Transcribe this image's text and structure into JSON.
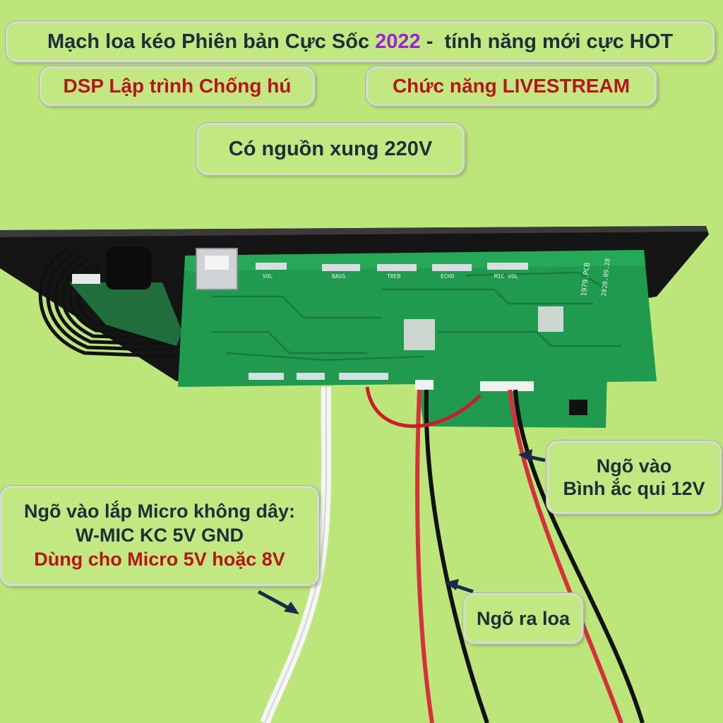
{
  "title": {
    "part1": "Mạch loa kéo Phiên bản Cực Sốc ",
    "year": "2022",
    "part2": " -  tính năng mới cực HOT"
  },
  "labels": {
    "dsp": "DSP Lập trình Chống hú",
    "livestream": "Chức năng LIVESTREAM",
    "power": "Có nguồn xung 220V",
    "battery_line1": "Ngõ vào",
    "battery_line2": "Bình ắc qui 12V",
    "mic_line1": "Ngõ vào lắp Micro không dây:",
    "mic_line2": "W-MIC KC 5V GND",
    "mic_line3": "Dùng cho Micro 5V hoặc 8V",
    "speaker": "Ngõ ra loa"
  },
  "pcb": {
    "buttons": [
      "VOL",
      "BASS",
      "TREB",
      "ECHO",
      "MIC VOL"
    ],
    "model": "1979.PCB",
    "date": "2020.09.28"
  },
  "colors": {
    "background": "#bde67a",
    "title_text": "#1f2f3a",
    "accent_red": "#b8141a",
    "accent_purple": "#a020d8",
    "pcb_green": "#1f9a4e"
  }
}
